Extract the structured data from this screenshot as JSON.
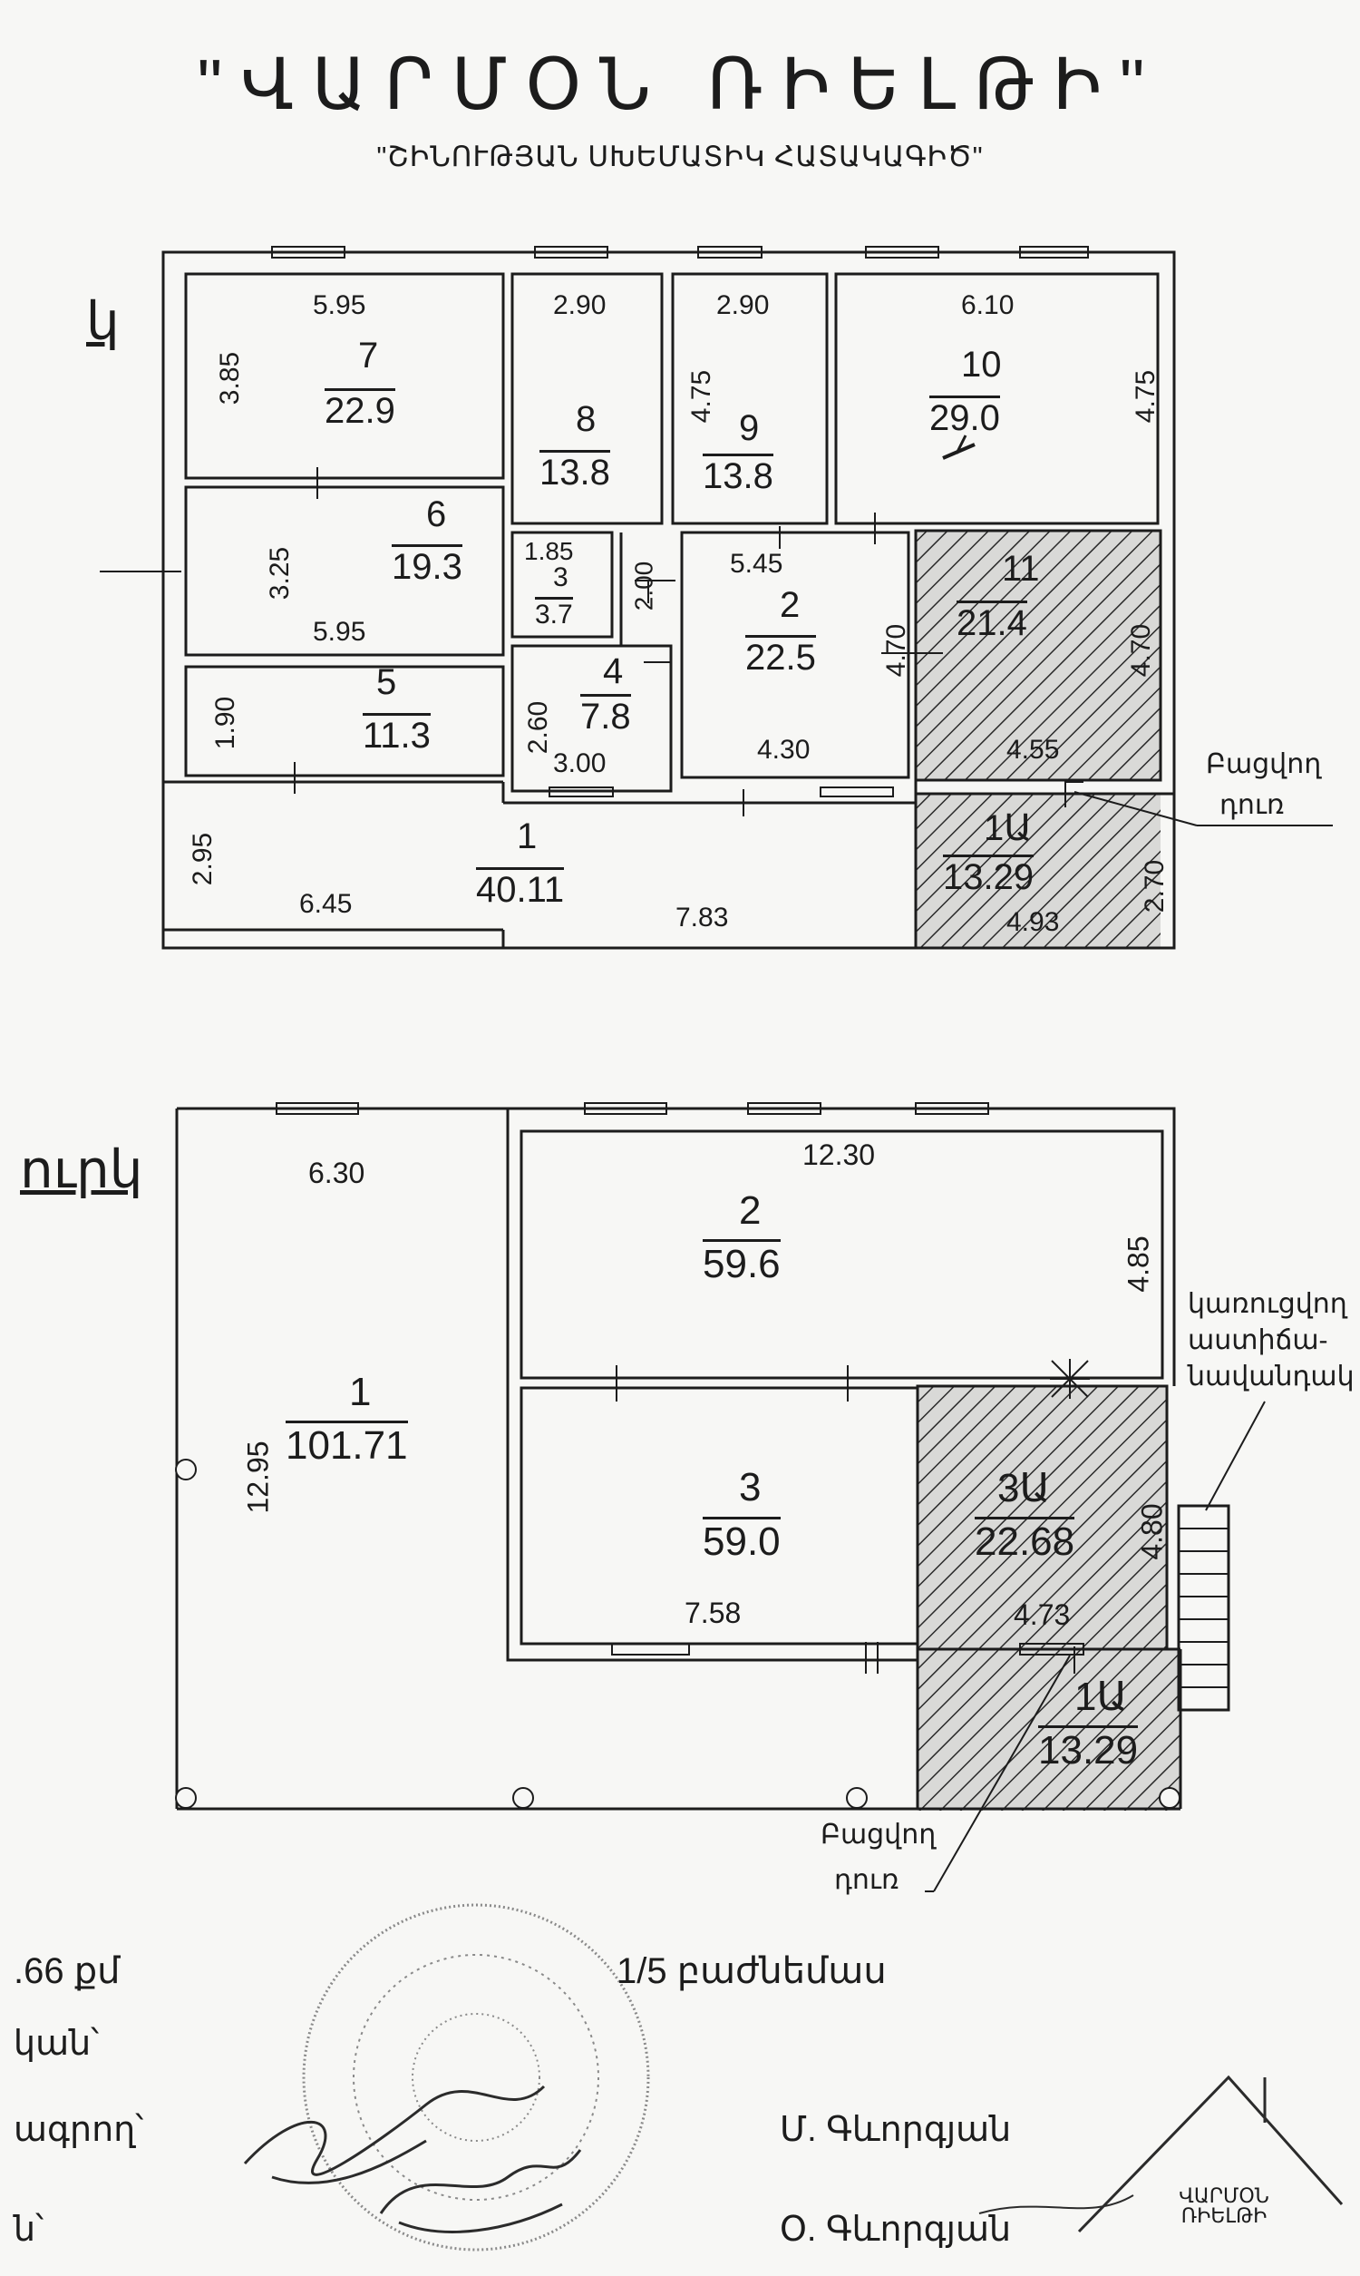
{
  "header": {
    "title": "\"ՎԱՐՄՕՆ ՌԻԵԼԹԻ\"",
    "subtitle": "\"ՇԻՆՈՒԹՅԱՆ ՍԽԵՄԱՏԻԿ ՀԱՏԱԿԱԳԻԾ\""
  },
  "floor_labels": {
    "upper": "կ",
    "lower": "ուրկ"
  },
  "dims": {
    "f1_7w": "5.95",
    "f1_7h": "3.85",
    "f1_8w": "2.90",
    "f1_9w": "2.90",
    "f1_9h": "4.75",
    "f1_10w": "6.10",
    "f1_10h": "4.75",
    "f1_6h": "3.25",
    "f1_6w": "5.95",
    "f1_3w": "1.85",
    "f1_3h": "2.00",
    "f1_2w": "5.45",
    "f1_2h": "4.70",
    "f1_2b": "4.30",
    "f1_11h": "4.70",
    "f1_11b": "4.55",
    "f1_5h": "1.90",
    "f1_4h": "2.60",
    "f1_4w": "3.00",
    "f1_1h": "2.95",
    "f1_1w": "6.45",
    "f1_1b": "7.83",
    "f1_1Ab": "4.93",
    "f1_1Ah": "2.70",
    "f2_1w": "6.30",
    "f2_2w": "12.30",
    "f2_2h": "4.85",
    "f2_1h": "12.95",
    "f2_3w": "7.58",
    "f2_3Ah": "4.80",
    "f2_3Ab": "4.73"
  },
  "rooms": [
    {
      "num": "7",
      "area": "22.9"
    },
    {
      "num": "8",
      "area": "13.8"
    },
    {
      "num": "9",
      "area": "13.8"
    },
    {
      "num": "10",
      "area": "29.0"
    },
    {
      "num": "6",
      "area": "19.3"
    },
    {
      "num": "3",
      "area": "3.7"
    },
    {
      "num": "2",
      "area": "22.5"
    },
    {
      "num": "11",
      "area": "21.4"
    },
    {
      "num": "5",
      "area": "11.3"
    },
    {
      "num": "4",
      "area": "7.8"
    },
    {
      "num": "1",
      "area": "40.11"
    },
    {
      "num": "1Ա",
      "area": "13.29"
    },
    {
      "num": "1",
      "area": "101.71"
    },
    {
      "num": "2",
      "area": "59.6"
    },
    {
      "num": "3",
      "area": "59.0"
    },
    {
      "num": "3Ա",
      "area": "22.68"
    },
    {
      "num": "1Ա",
      "area": "13.29"
    }
  ],
  "notes": {
    "door1_a": "Բացվող",
    "door1_b": "դուռ",
    "door2_a": "Բացվող",
    "door2_b": "դուռ",
    "stair_a": "կառուցվող",
    "stair_b": "աստիճա-",
    "stair_c": "նավանդակ"
  },
  "footer": {
    "area": ".66 քմ",
    "share": "1/5 բաժնեմաս",
    "row1": "կան՝",
    "row2": "ագրող՝",
    "row3": "ն՝",
    "sig1": "Մ. Գևորգյան",
    "sig2": "Օ. Գևորգյան",
    "logo_text": "ՎԱՐՄՕՆ ՌԻԵԼԹԻ"
  }
}
